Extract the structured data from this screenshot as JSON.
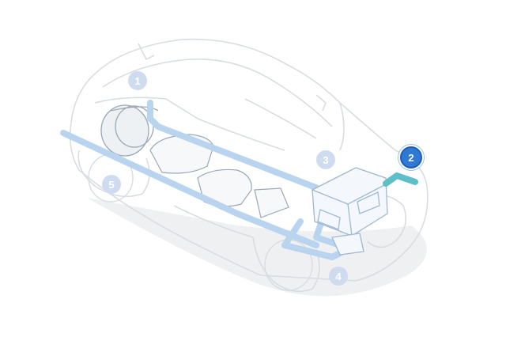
{
  "colors": {
    "outline": "#d8dde3",
    "pipe": "#b9d4ee",
    "pipe_active": "#5fbfc9",
    "component_fill": "#f4f8fc",
    "component_stroke": "#9fb8d3",
    "marker_inactive": "#cfdcef",
    "marker_active": "#2f78d4",
    "shadow": "#eceeef"
  },
  "markers": [
    {
      "id": "1",
      "label": "1",
      "active": false
    },
    {
      "id": "2",
      "label": "2",
      "active": true
    },
    {
      "id": "3",
      "label": "3",
      "active": false
    },
    {
      "id": "4",
      "label": "4",
      "active": false
    },
    {
      "id": "5",
      "label": "5",
      "active": false
    }
  ]
}
